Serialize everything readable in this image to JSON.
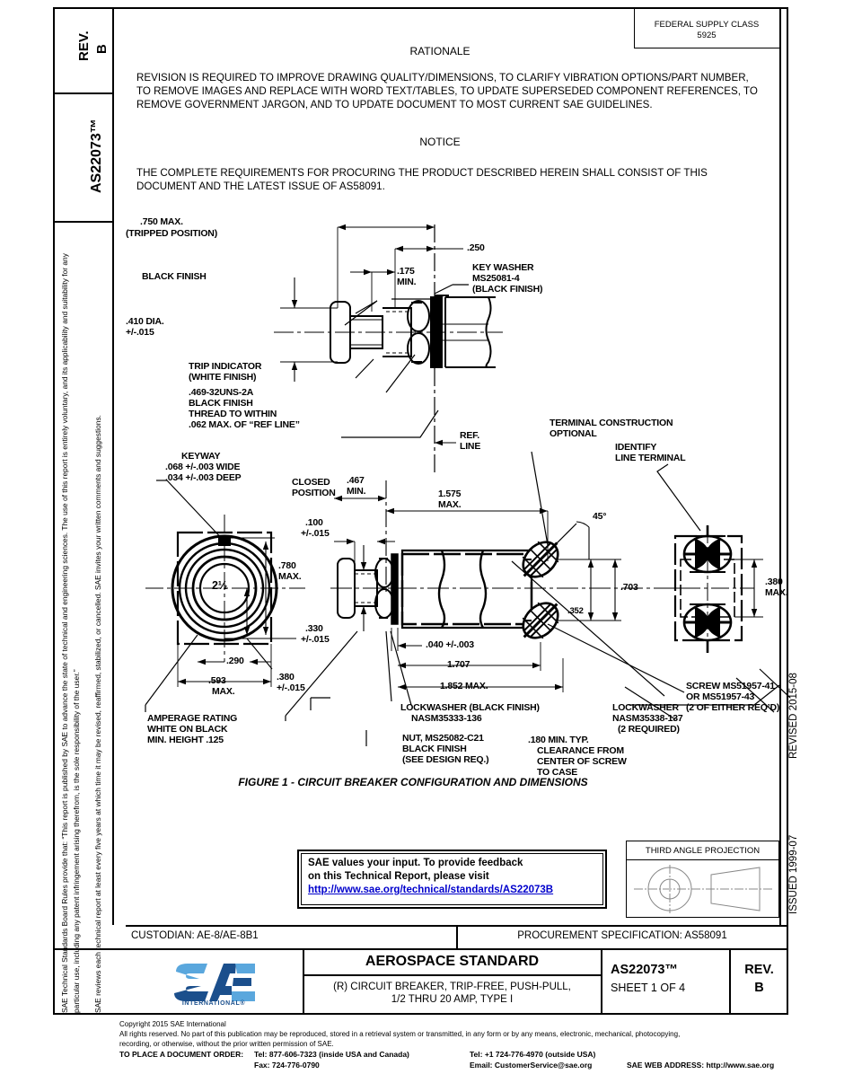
{
  "sidebar": {
    "rev_label": "REV.",
    "rev_value": "B",
    "doc_number": "AS22073™",
    "legal_para_1": "SAE Technical Standards Board Rules provide that: “This report is published by SAE to advance the state of technical and engineering sciences. The use of this report is entirely voluntary, and its applicability and suitability for any particular use, including any patent infringement arising therefrom, is the sole responsibility of the user.”",
    "legal_para_2": "SAE reviews each technical report at least every five years at which time it may be revised, reaffirmed, stabilized, or cancelled. SAE invites your written comments and suggestions."
  },
  "right_rail": {
    "revised": "REVISED 2015-08",
    "issued": "ISSUED 1999-07"
  },
  "header": {
    "fsc_label": "FEDERAL SUPPLY CLASS",
    "fsc_value": "5925",
    "rationale_heading": "RATIONALE",
    "rationale_body": "REVISION IS REQUIRED TO IMPROVE DRAWING QUALITY/DIMENSIONS, TO CLARIFY VIBRATION OPTIONS/PART NUMBER, TO REMOVE IMAGES AND REPLACE WITH WORD TEXT/TABLES, TO UPDATE SUPERSEDED COMPONENT REFERENCES, TO REMOVE GOVERNMENT JARGON, AND TO UPDATE DOCUMENT TO MOST CURRENT SAE GUIDELINES.",
    "notice_heading": "NOTICE",
    "notice_body": "THE COMPLETE REQUIREMENTS FOR PROCURING THE PRODUCT DESCRIBED HEREIN SHALL CONSIST OF THIS DOCUMENT AND THE LATEST ISSUE OF AS58091."
  },
  "figure": {
    "caption": "FIGURE 1 - CIRCUIT BREAKER CONFIGURATION AND DIMENSIONS",
    "callouts": {
      "d750_max": ".750 MAX.",
      "tripped_position": "(TRIPPED POSITION)",
      "d250": ".250",
      "d175": ".175",
      "min_1": "MIN.",
      "black_finish": "BLACK FINISH",
      "key_washer_1": "KEY WASHER",
      "key_washer_2": "MS25081-4",
      "key_washer_3": "(BLACK FINISH)",
      "d410_dia": ".410 DIA.",
      "d410_tol": "+/-.015",
      "trip_indicator_1": "TRIP INDICATOR",
      "trip_indicator_2": "(WHITE FINISH)",
      "thread_1": ".469-32UNS-2A",
      "thread_2": "BLACK FINISH",
      "thread_3": "THREAD TO WITHIN",
      "thread_4": ".062 MAX. OF “REF LINE”",
      "ref_line_1": "REF.",
      "ref_line_2": "LINE",
      "terminal_opt_1": "TERMINAL CONSTRUCTION",
      "terminal_opt_2": "OPTIONAL",
      "identify_1": "IDENTIFY",
      "identify_2": "LINE TERMINAL",
      "keyway_1": "KEYWAY",
      "keyway_2": ".068 +/-.003 WIDE",
      "keyway_3": ".034 +/-.003 DEEP",
      "closed_1": "CLOSED",
      "closed_2": "POSITION",
      "d467": ".467",
      "min_2": "MIN.",
      "d1575": "1.575",
      "max_1575": "MAX.",
      "angle_45": "45°",
      "d100": ".100",
      "d100_tol": "+/-.015",
      "d780": ".780",
      "max_780": "MAX.",
      "amp_rating_center": "2½",
      "d703": ".703",
      "d380_right": ".380",
      "max_380_right": "MAX.",
      "d352": ".352",
      "d330": ".330",
      "d330_tol": "+/-.015",
      "d040": ".040  +/-.003",
      "d290": ".290",
      "d380_left": ".380",
      "d380_left_tol": "+/-.015",
      "d593": ".593",
      "max_593": "MAX.",
      "d1707": "1.707",
      "d1852": "1.852 MAX.",
      "amp_rating_1": "AMPERAGE RATING",
      "amp_rating_2": "WHITE ON BLACK",
      "amp_rating_3": "MIN. HEIGHT .125",
      "lockwasher_a_1": "LOCKWASHER (BLACK FINISH)",
      "lockwasher_a_2": "NASM35333-136",
      "nut_1": "NUT, MS25082-C21",
      "nut_2": "BLACK FINISH",
      "nut_3": "(SEE DESIGN REQ.)",
      "screw_1": "SCREW MS51957-41",
      "screw_2": "OR MS51957-43",
      "screw_3": "(2 OF EITHER REQ’D)",
      "lockwasher_b_1": "LOCKWASHER",
      "lockwasher_b_2": "NASM35338-137",
      "lockwasher_b_3": "(2 REQUIRED)",
      "clearance_1": ".180 MIN. TYP.",
      "clearance_2": "CLEARANCE FROM",
      "clearance_3": "CENTER OF SCREW",
      "clearance_4": "TO CASE"
    }
  },
  "feedback": {
    "line1": "SAE values your input. To provide feedback",
    "line2": "on this Technical Report, please visit",
    "link": "http://www.sae.org/technical/standards/AS22073B"
  },
  "projection": {
    "label": "THIRD ANGLE PROJECTION"
  },
  "titleblock": {
    "custodian": "CUSTODIAN: AE-8/AE-8B1",
    "procurement": "PROCUREMENT SPECIFICATION: AS58091",
    "logo_text": "SAE",
    "logo_sub": "INTERNATIONAL®",
    "standard_title": "AEROSPACE STANDARD",
    "subtitle_line1": "(R) CIRCUIT BREAKER, TRIP-FREE, PUSH-PULL,",
    "subtitle_line2": "1/2 THRU 20 AMP, TYPE I",
    "doc_number": "AS22073™",
    "sheet": "SHEET 1 OF 4",
    "rev_label": "REV.",
    "rev_value": "B"
  },
  "footer": {
    "copyright": "Copyright 2015 SAE International",
    "rights_1": "All rights reserved. No part of this publication may be reproduced, stored in a retrieval system or transmitted, in any form or by any means, electronic, mechanical, photocopying,",
    "rights_2": "recording, or otherwise, without the prior written permission of SAE.",
    "order_label": "TO PLACE A DOCUMENT ORDER:",
    "tel_inside": "Tel: 877-606-7323 (inside USA and Canada)",
    "tel_outside": "Tel: +1 724-776-4970 (outside USA)",
    "fax": "Fax: 724-776-0790",
    "email": "Email: CustomerService@sae.org",
    "web": "SAE WEB ADDRESS: http://www.sae.org"
  },
  "colors": {
    "link": "#0000cc",
    "logo_light": "#5aa7dd",
    "logo_dark": "#1b4f8c",
    "line": "#000000"
  }
}
